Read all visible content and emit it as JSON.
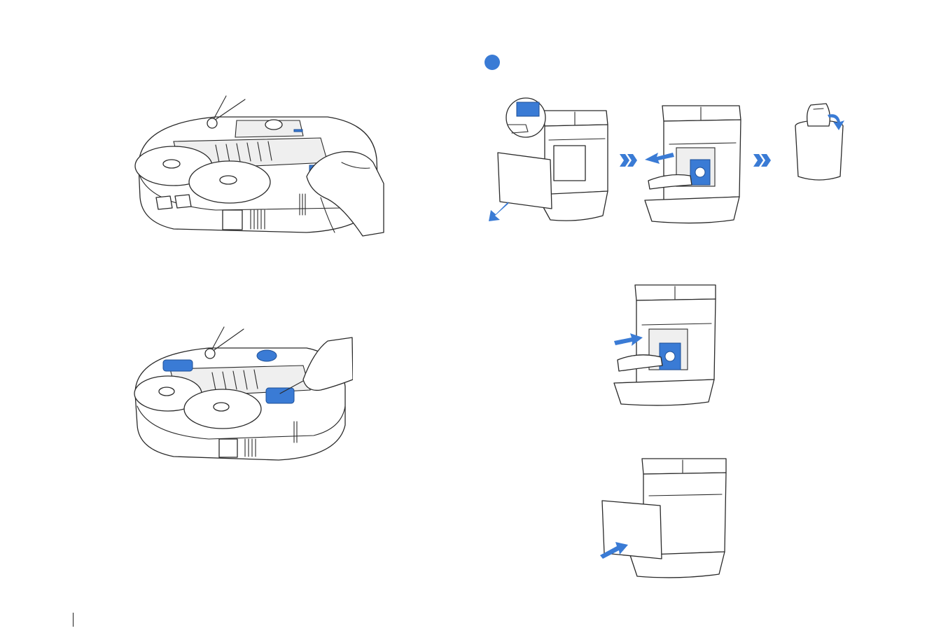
{
  "page": {
    "background": "#ffffff",
    "accent_color": "#3a7bd5"
  },
  "step_marker": {
    "color": "#3a7bd5",
    "icon": "blue-step-circle-icon"
  },
  "illustrations": {
    "robot_wipe_sensors": "robot-vacuum-wipe-sensor-illustration",
    "robot_clean_wheels": "robot-vacuum-clean-wheels-illustration",
    "station_open_cover": "station-open-cover-illustration",
    "station_remove_bag": "station-remove-dust-bag-illustration",
    "dispose_bag": "dust-bag-into-bin-illustration",
    "station_insert_bag": "station-insert-new-bag-illustration",
    "station_close_cover": "station-close-cover-illustration"
  },
  "arrows": {
    "next_step_icon": "double-chevron-right-icon"
  }
}
